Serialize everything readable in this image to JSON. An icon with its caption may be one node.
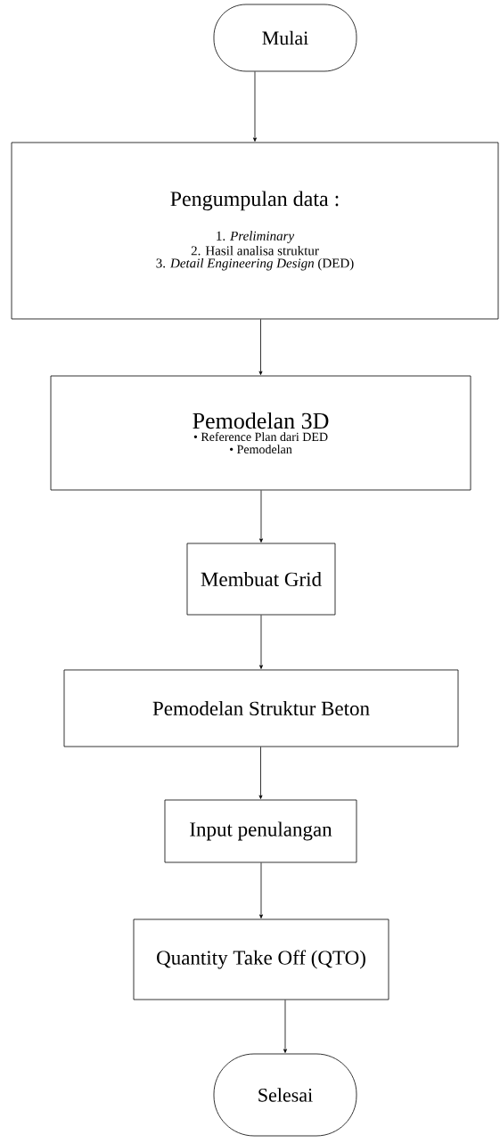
{
  "diagram": {
    "nodes": [
      {
        "text": [
          "Mulai"
        ]
      },
      {
        "text": [
          "Pengumpulan data :",
          "1. *Preliminary*",
          "2. Hasil analisa struktur",
          "3. *Detail Engineering Design* (DED)"
        ]
      },
      {
        "text": [
          "Pemodelan 3D",
          "• Reference Plan dari DED",
          "• Pemodelan"
        ]
      },
      {
        "text": [
          "Membuat Grid"
        ]
      },
      {
        "text": [
          "Pemodelan Struktur Beton"
        ]
      },
      {
        "text": [
          "Input penulangan"
        ]
      },
      {
        "text": [
          "Quantity Take Off (QTO)"
        ]
      },
      {
        "text": [
          "Selesai"
        ]
      }
    ],
    "edges": [
      {
        "from": 0,
        "to": 1,
        "arrow": "to"
      },
      {
        "from": 1,
        "to": 2,
        "arrow": "to"
      },
      {
        "from": 2,
        "to": 3,
        "arrow": "to"
      },
      {
        "from": 3,
        "to": 4,
        "arrow": "to"
      },
      {
        "from": 4,
        "to": 5,
        "arrow": "to"
      },
      {
        "from": 5,
        "to": 6,
        "arrow": "to"
      },
      {
        "from": 6,
        "to": 7,
        "arrow": "to"
      }
    ]
  }
}
